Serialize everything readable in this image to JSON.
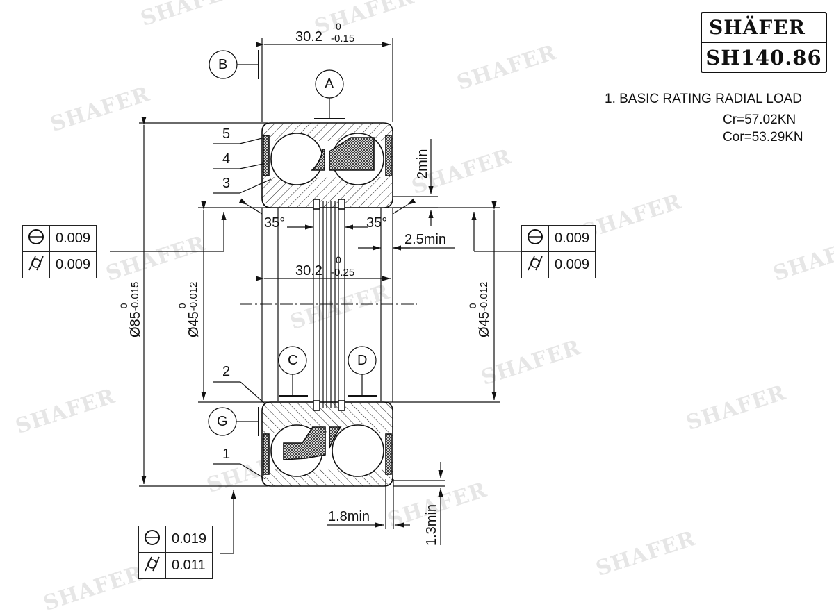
{
  "brand": {
    "name": "SHÄFER",
    "part_number": "SH140.86",
    "watermark": "SHAFER"
  },
  "notes": {
    "item1": "1. BASIC RATING RADIAL LOAD",
    "cr": "Cr=57.02KN",
    "cor": "Cor=53.29KN"
  },
  "dimensions": {
    "width_top": {
      "nominal": "30.2",
      "upper": "0",
      "lower": "-0.15"
    },
    "width_mid": {
      "nominal": "30.2",
      "upper": "0",
      "lower": "-0.25"
    },
    "outer_diameter": {
      "nominal": "Ø85",
      "upper": "0",
      "lower": "-0.015"
    },
    "bore_left": {
      "nominal": "Ø45",
      "upper": "0",
      "lower": "-0.012"
    },
    "bore_right": {
      "nominal": "Ø45",
      "upper": "0",
      "lower": "-0.012"
    },
    "contact_angle_left": "35°",
    "contact_angle_right": "35°",
    "chamfer_2min": "2min",
    "chamfer_2_5min": "2.5min",
    "chamfer_1_8min": "1.8min",
    "chamfer_1_3min": "1.3min"
  },
  "datums": {
    "a": "A",
    "b": "B",
    "c": "C",
    "d": "D",
    "g": "G"
  },
  "part_callouts": [
    "1",
    "2",
    "3",
    "4",
    "5"
  ],
  "tolerance_frames": {
    "left": {
      "circularity": "0.009",
      "cylindricity": "0.009"
    },
    "right": {
      "circularity": "0.009",
      "cylindricity": "0.009"
    },
    "bottom": {
      "circularity": "0.019",
      "cylindricity": "0.011"
    }
  },
  "symbols": {
    "circularity": "circularity-icon",
    "cylindricity": "cylindricity-icon"
  }
}
